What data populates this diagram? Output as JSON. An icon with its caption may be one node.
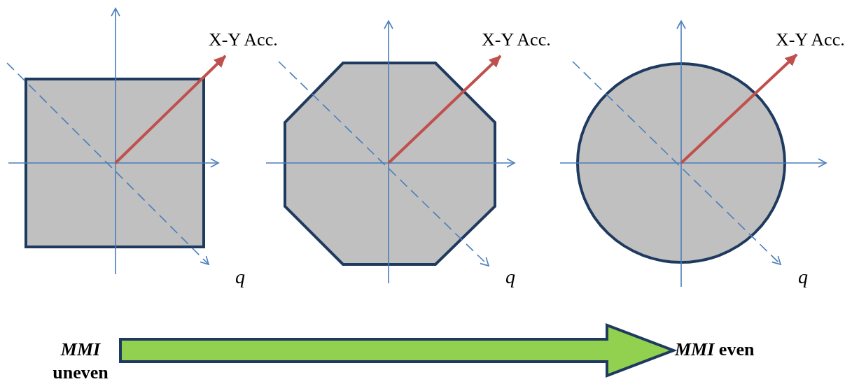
{
  "diagram": {
    "nodes": [
      {
        "text": [
          "*MMI* uneven"
        ]
      },
      {
        "text": [
          "*MMI* even"
        ]
      }
    ],
    "edges": [
      {
        "from": 0,
        "to": 1,
        "arrow": "to",
        "style": "thick",
        "color": "#92d050"
      }
    ],
    "labels": [
      "X-Y Acc.",
      "X-Y Acc.",
      "X-Y Acc.",
      "q",
      "q",
      "q"
    ]
  }
}
